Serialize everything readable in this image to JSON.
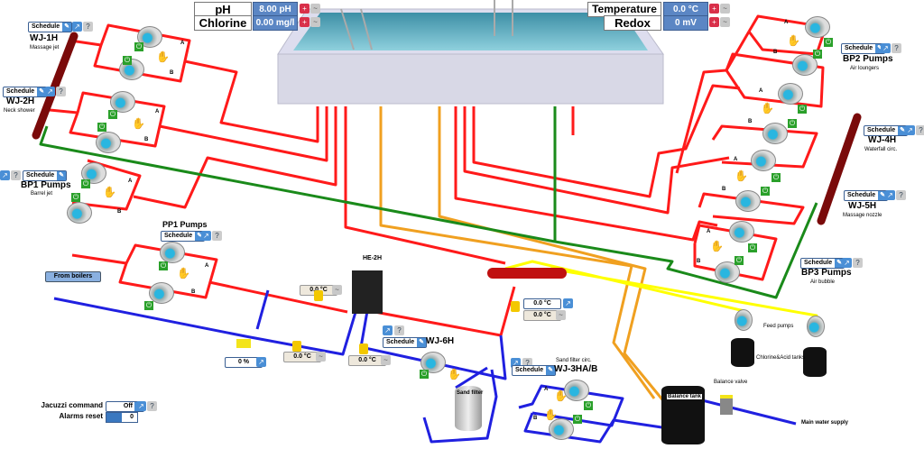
{
  "measurements": {
    "ph": {
      "label": "pH",
      "value": "8.00 pH"
    },
    "chlorine": {
      "label": "Chlorine",
      "value": "0.00 mg/l"
    },
    "temperature": {
      "label": "Temperature",
      "value": "0.0 °C"
    },
    "redox": {
      "label": "Redox",
      "value": "0 mV"
    }
  },
  "schedule_label": "Schedule",
  "groups": {
    "wj1h": {
      "title": "WJ-1H",
      "desc": "Massage jet"
    },
    "wj2h": {
      "title": "WJ-2H",
      "desc": "Neck shower"
    },
    "bp1": {
      "title": "BP1 Pumps",
      "desc": "Barrel jet"
    },
    "pp1": {
      "title": "PP1 Pumps"
    },
    "bp2": {
      "title": "BP2 Pumps",
      "desc": "Air loungers"
    },
    "wj4h": {
      "title": "WJ-4H",
      "desc": "Waterfall circ."
    },
    "wj5h": {
      "title": "WJ-5H",
      "desc": "Massage nozzle"
    },
    "bp3": {
      "title": "BP3 Pumps",
      "desc": "Air bubble"
    },
    "wj6h": {
      "title": "WJ-6H"
    },
    "wj3h": {
      "title": "WJ-3HA/B",
      "desc": "Sand filter circ."
    }
  },
  "pump_labels": {
    "a": "A",
    "b": "B"
  },
  "from_boilers": "From boilers",
  "he2h": "HE-2H",
  "readouts": {
    "t1": "0.0 °C",
    "t2": "0.0 °C",
    "t3": "0.0 °C",
    "t4_set": "0.0 °C",
    "t5": "0.0 °C",
    "valve": "0 %"
  },
  "labels": {
    "sand_filter": "Sand filter",
    "feed_pumps": "Feed pumps",
    "tanks": "Chlorine&Acid tanks",
    "balance_valve": "Balance valve",
    "balance_tank": "Balance tank",
    "main_water": "Main water supply"
  },
  "controls": {
    "jacuzzi_label": "Jacuzzi command",
    "jacuzzi_value": "Off",
    "alarms_label": "Alarms reset",
    "alarms_value": "0"
  },
  "colors": {
    "hot": "#ff1a1a",
    "cold": "#2020e0",
    "air": "#1a8a1a",
    "return": "#f0a020",
    "chem": "#ffff00"
  }
}
